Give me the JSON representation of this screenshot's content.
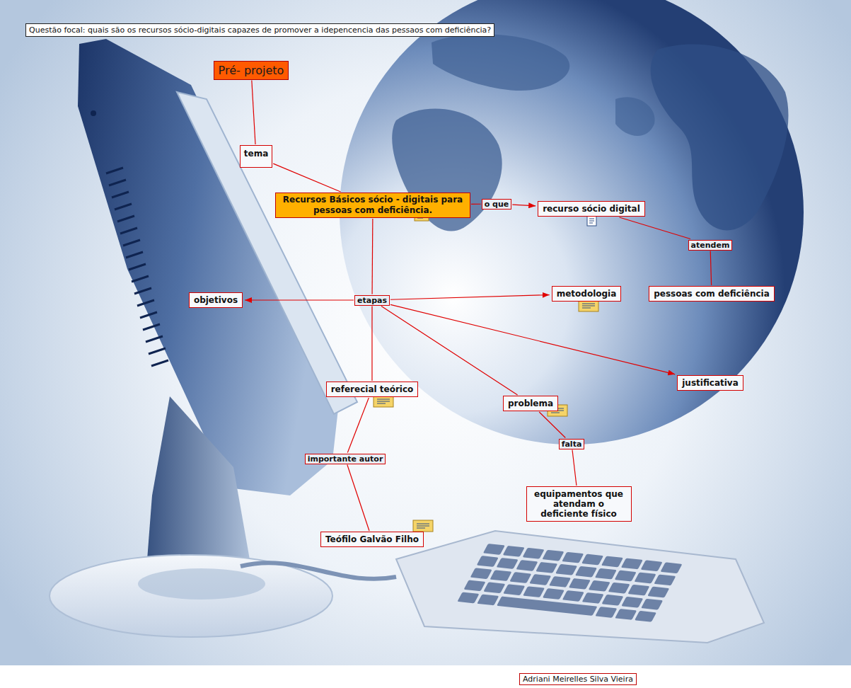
{
  "diagram": {
    "title": "Questão focal: quais são os recursos sócio-digitais capazes de promover a idepencencia das pessaos com deficiência?",
    "caption": "Adriani Meirelles Silva Vieira",
    "nodes": [
      {
        "text": [
          "Pré- projeto"
        ]
      },
      {
        "text": [
          "tema"
        ]
      },
      {
        "text": [
          "Recursos Básicos sócio - digitais para pessoas com deficiência."
        ]
      },
      {
        "text": [
          "o que"
        ]
      },
      {
        "text": [
          "recurso sócio digital"
        ]
      },
      {
        "text": [
          "atendem"
        ]
      },
      {
        "text": [
          "pessoas com deficiência"
        ]
      },
      {
        "text": [
          "objetivos"
        ]
      },
      {
        "text": [
          "etapas"
        ]
      },
      {
        "text": [
          "metodologia"
        ]
      },
      {
        "text": [
          "justificativa"
        ]
      },
      {
        "text": [
          "referecial teórico"
        ]
      },
      {
        "text": [
          "problema"
        ]
      },
      {
        "text": [
          "importante autor"
        ]
      },
      {
        "text": [
          "falta"
        ]
      },
      {
        "text": [
          "equipamentos que atendam o deficiente físico"
        ]
      },
      {
        "text": [
          "Teófilo Galvão Filho"
        ]
      }
    ],
    "edges": [
      {
        "from": 0,
        "to": 1,
        "arrow": "none"
      },
      {
        "from": 1,
        "to": 2,
        "arrow": "none"
      },
      {
        "from": 2,
        "to": 3,
        "arrow": "none"
      },
      {
        "from": 3,
        "to": 4,
        "arrow": "to"
      },
      {
        "from": 4,
        "to": 5,
        "arrow": "none"
      },
      {
        "from": 5,
        "to": 6,
        "arrow": "none"
      },
      {
        "from": 2,
        "to": 8,
        "arrow": "none"
      },
      {
        "from": 8,
        "to": 7,
        "arrow": "to"
      },
      {
        "from": 8,
        "to": 9,
        "arrow": "to"
      },
      {
        "from": 8,
        "to": 10,
        "arrow": "to"
      },
      {
        "from": 8,
        "to": 12,
        "arrow": "none"
      },
      {
        "from": 8,
        "to": 11,
        "arrow": "none"
      },
      {
        "from": 11,
        "to": 13,
        "arrow": "none"
      },
      {
        "from": 13,
        "to": 16,
        "arrow": "none"
      },
      {
        "from": 12,
        "to": 14,
        "arrow": "none"
      },
      {
        "from": 14,
        "to": 15,
        "arrow": "none"
      }
    ]
  }
}
